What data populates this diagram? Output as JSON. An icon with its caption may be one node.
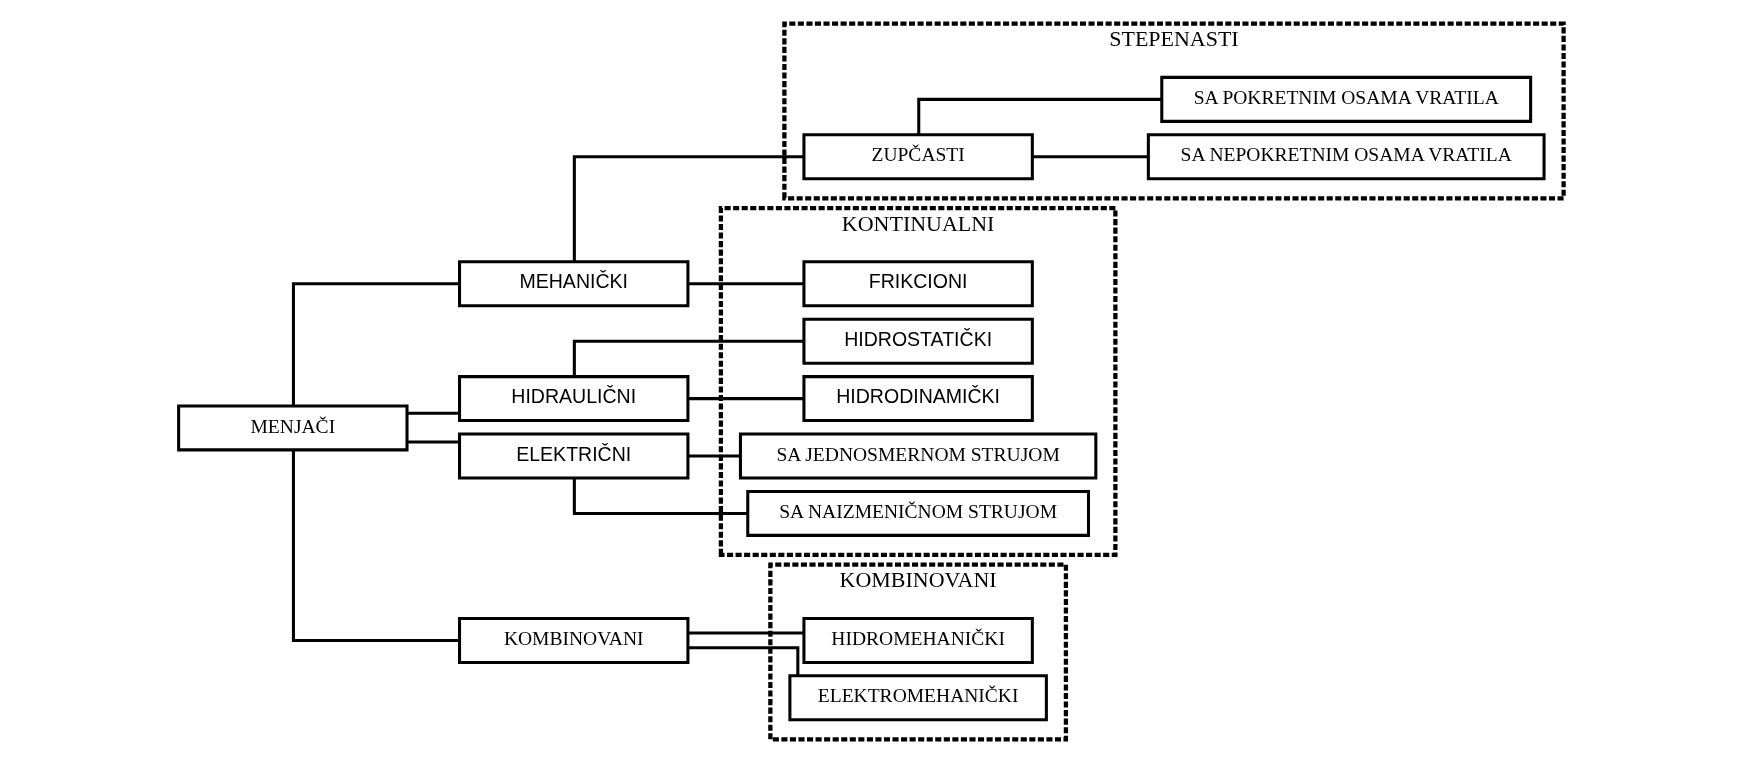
{
  "diagram": {
    "nodes": [
      {
        "text": [
          "MENJAČI"
        ]
      },
      {
        "text": [
          "MEHANIČKI"
        ]
      },
      {
        "text": [
          "HIDRAULIČNI"
        ]
      },
      {
        "text": [
          "ELEKTRIČNI"
        ]
      },
      {
        "text": [
          "KOMBINOVANI"
        ]
      },
      {
        "text": [
          "STEPENASTI"
        ]
      },
      {
        "text": [
          "ZUPČASTI"
        ],
        "in": 5
      },
      {
        "text": [
          "SA NEPOKRETNIM OSAMA VRATILA"
        ],
        "in": 5
      },
      {
        "text": [
          "SA POKRETNIM OSAMA VRATILA"
        ],
        "in": 5
      },
      {
        "text": [
          "KONTINUALNI"
        ]
      },
      {
        "text": [
          "FRIKCIONI"
        ],
        "in": 9
      },
      {
        "text": [
          "HIDROSTATIČKI"
        ],
        "in": 9
      },
      {
        "text": [
          "HIDRODINAMIČKI"
        ],
        "in": 9
      },
      {
        "text": [
          "SA JEDNOSMERNOM STRUJOM"
        ],
        "in": 9
      },
      {
        "text": [
          "SA NAIZMENIČNOM STRUJOM"
        ],
        "in": 9
      },
      {
        "text": [
          "KOMBINOVANI"
        ]
      },
      {
        "text": [
          "HIDROMEHANIČKI"
        ],
        "in": 15
      },
      {
        "text": [
          "ELEKTROMEHANIČKI"
        ],
        "in": 15
      }
    ],
    "edges": [
      {
        "from": 0,
        "to": 1,
        "arrow": "none"
      },
      {
        "from": 0,
        "to": 2,
        "arrow": "none"
      },
      {
        "from": 0,
        "to": 3,
        "arrow": "none"
      },
      {
        "from": 0,
        "to": 4,
        "arrow": "none"
      },
      {
        "from": 1,
        "to": 6,
        "arrow": "none"
      },
      {
        "from": 1,
        "to": 10,
        "arrow": "none"
      },
      {
        "from": 6,
        "to": 7,
        "arrow": "none"
      },
      {
        "from": 6,
        "to": 8,
        "arrow": "none"
      },
      {
        "from": 2,
        "to": 11,
        "arrow": "none"
      },
      {
        "from": 2,
        "to": 12,
        "arrow": "none"
      },
      {
        "from": 3,
        "to": 13,
        "arrow": "none"
      },
      {
        "from": 3,
        "to": 14,
        "arrow": "none"
      },
      {
        "from": 4,
        "to": 16,
        "arrow": "none"
      },
      {
        "from": 4,
        "to": 17,
        "arrow": "none"
      }
    ]
  }
}
